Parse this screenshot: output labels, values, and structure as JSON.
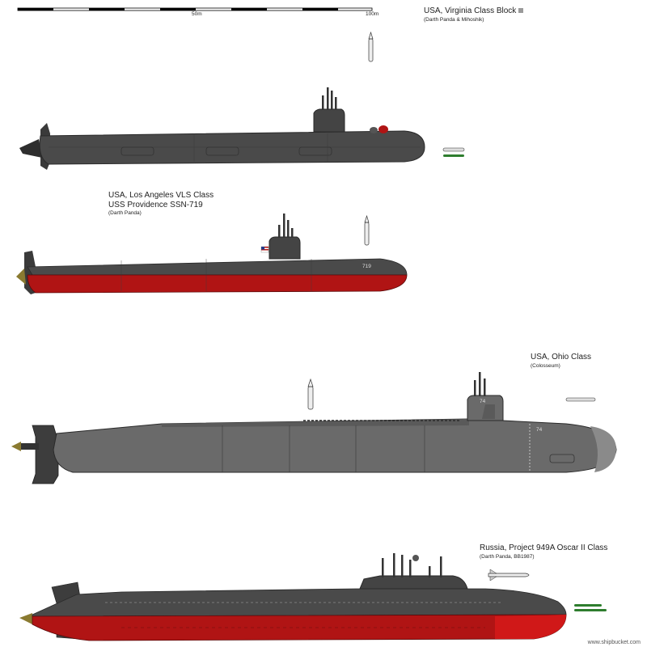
{
  "scale": {
    "mid_label": "50m",
    "end_label": "100m"
  },
  "virginia": {
    "title": "USA, Virginia Class Block",
    "credit": "(Darth Panda & Mihoshik)"
  },
  "los_angeles": {
    "title_1": "USA, Los Angeles VLS Class",
    "title_2": "USS Providence SSN-719",
    "credit": "(Darth Panda)",
    "hull_no": "719"
  },
  "ohio": {
    "title": "USA, Ohio Class",
    "credit": "(Colosseum)",
    "sail_no": "74",
    "bow_no": "74"
  },
  "oscar": {
    "title": "Russia, Project 949A Oscar II Class",
    "credit": "(Darth Panda, BB1987)"
  },
  "footer": {
    "site": "www.shipbucket.com"
  },
  "colors": {
    "hull_gray": "#4a4a4a",
    "antifouling_red": "#b01414",
    "ohio_gray": "#6a6a6a",
    "missile_green": "#2e7d2e"
  }
}
